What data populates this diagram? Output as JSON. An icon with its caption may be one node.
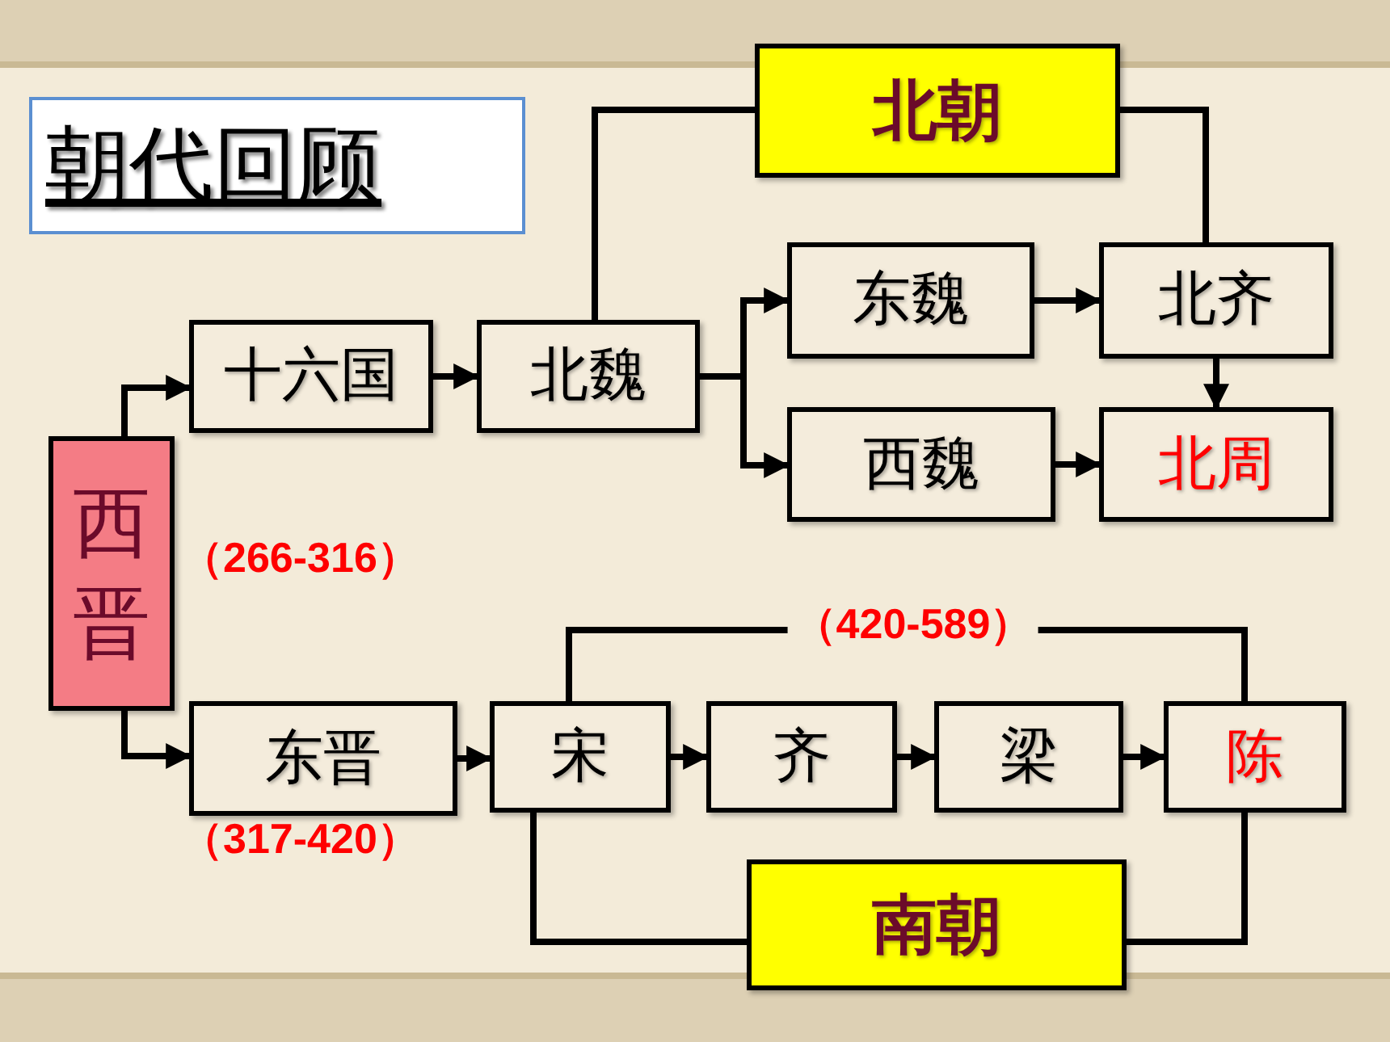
{
  "diagram": {
    "title": "朝代回顾",
    "nodes": [
      {
        "text": [
          "西晋"
        ],
        "beside": [
          "（266-316）"
        ]
      },
      {
        "text": [
          "十六国"
        ]
      },
      {
        "text": [
          "北魏"
        ]
      },
      {
        "text": [
          "北朝"
        ]
      },
      {
        "text": [
          "东魏"
        ]
      },
      {
        "text": [
          "北齐"
        ]
      },
      {
        "text": [
          "西魏"
        ]
      },
      {
        "text": [
          "北周"
        ]
      },
      {
        "text": [
          "东晋"
        ],
        "beside": [
          "（317-420）"
        ]
      },
      {
        "text": [
          "宋"
        ]
      },
      {
        "text": [
          "齐"
        ]
      },
      {
        "text": [
          "梁"
        ]
      },
      {
        "text": [
          "陈"
        ]
      },
      {
        "text": [
          "南朝"
        ]
      }
    ],
    "edges": [
      {
        "from": 0,
        "to": 1,
        "arrow": "to"
      },
      {
        "from": 0,
        "to": 8,
        "arrow": "to"
      },
      {
        "from": 1,
        "to": 2,
        "arrow": "to"
      },
      {
        "from": 2,
        "to": 4,
        "arrow": "to"
      },
      {
        "from": 2,
        "to": 6,
        "arrow": "to"
      },
      {
        "from": 4,
        "to": 5,
        "arrow": "to"
      },
      {
        "from": 6,
        "to": 7,
        "arrow": "to"
      },
      {
        "from": 5,
        "to": 7,
        "arrow": "to"
      },
      {
        "from": 2,
        "to": 3,
        "arrow": "none"
      },
      {
        "from": 3,
        "to": 5,
        "arrow": "none"
      },
      {
        "from": 8,
        "to": 9,
        "arrow": "to"
      },
      {
        "from": 9,
        "to": 10,
        "arrow": "to"
      },
      {
        "from": 10,
        "to": 11,
        "arrow": "to"
      },
      {
        "from": 11,
        "to": 12,
        "arrow": "to"
      },
      {
        "from": 9,
        "to": 12,
        "arrow": "none",
        "label": "（420-589）"
      },
      {
        "from": 9,
        "to": 13,
        "arrow": "none"
      },
      {
        "from": 13,
        "to": 12,
        "arrow": "none"
      }
    ]
  }
}
